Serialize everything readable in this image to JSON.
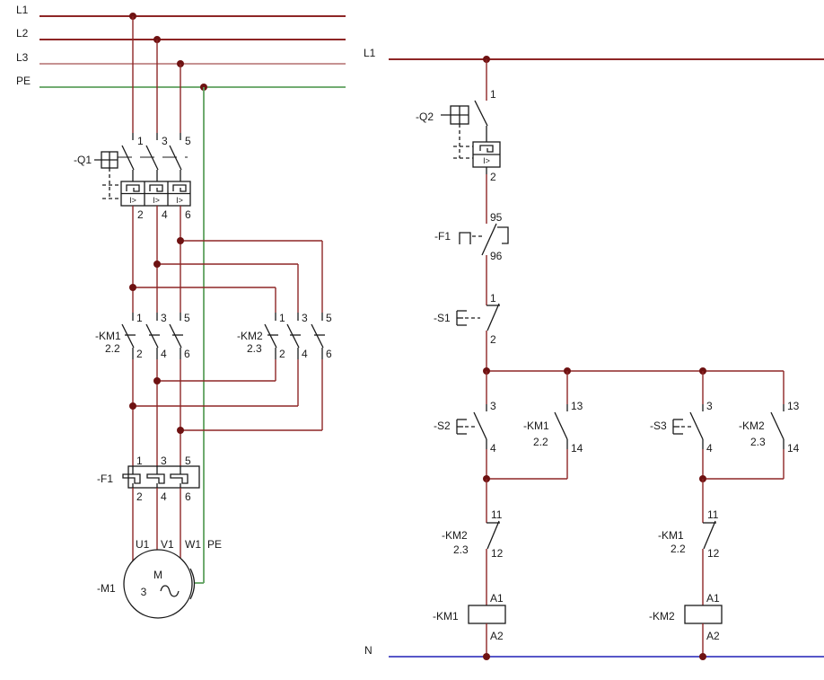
{
  "colors": {
    "phase_wire": "#8e2626",
    "pe_wire": "#5ea05e",
    "neutral_wire": "#5757c8",
    "symbol": "#1a1a1a",
    "junction_dot": "#6e1212"
  },
  "power_circuit": {
    "rails": [
      {
        "label": "L1"
      },
      {
        "label": "L2"
      },
      {
        "label": "L3"
      },
      {
        "label": "PE"
      }
    ],
    "breaker_q1": {
      "label": "-Q1",
      "trip_symbol": "I>",
      "terminals_top": [
        "1",
        "3",
        "5"
      ],
      "terminals_bottom": [
        "2",
        "4",
        "6"
      ]
    },
    "contactor_km1": {
      "label": "-KM1",
      "ref": "2.2",
      "terminals_top": [
        "1",
        "3",
        "5"
      ],
      "terminals_bottom": [
        "2",
        "4",
        "6"
      ]
    },
    "contactor_km2": {
      "label": "-KM2",
      "ref": "2.3",
      "terminals_top": [
        "1",
        "3",
        "5"
      ],
      "terminals_bottom": [
        "2",
        "4",
        "6"
      ]
    },
    "overload_f1": {
      "label": "-F1",
      "terminals_top": [
        "1",
        "3",
        "5"
      ],
      "terminals_bottom": [
        "2",
        "4",
        "6"
      ]
    },
    "motor_m1": {
      "label": "-M1",
      "terminals": [
        "U1",
        "V1",
        "W1",
        "PE"
      ],
      "letter": "M",
      "phases": "3"
    }
  },
  "control_circuit": {
    "top_rail": "L1",
    "bottom_rail": "N",
    "breaker_q2": {
      "label": "-Q2",
      "trip_symbol": "I>",
      "t_top": "1",
      "t_bottom": "2"
    },
    "overload_contact_f1": {
      "label": "-F1",
      "t_top": "95",
      "t_bottom": "96"
    },
    "stop_button_s1": {
      "label": "-S1",
      "t_top": "1",
      "t_bottom": "2"
    },
    "start_button_s2": {
      "label": "-S2",
      "t_top": "3",
      "t_bottom": "4"
    },
    "aux_contact_km1": {
      "label": "-KM1",
      "ref": "2.2",
      "t_top": "13",
      "t_bottom": "14"
    },
    "start_button_s3": {
      "label": "-S3",
      "t_top": "3",
      "t_bottom": "4"
    },
    "aux_contact_km2": {
      "label": "-KM2",
      "ref": "2.3",
      "t_top": "13",
      "t_bottom": "14"
    },
    "interlock_km2": {
      "label": "-KM2",
      "ref": "2.3",
      "t_top": "11",
      "t_bottom": "12"
    },
    "interlock_km1": {
      "label": "-KM1",
      "ref": "2.2",
      "t_top": "11",
      "t_bottom": "12"
    },
    "coil_km1": {
      "label": "-KM1",
      "t_top": "A1",
      "t_bottom": "A2"
    },
    "coil_km2": {
      "label": "-KM2",
      "t_top": "A1",
      "t_bottom": "A2"
    }
  }
}
